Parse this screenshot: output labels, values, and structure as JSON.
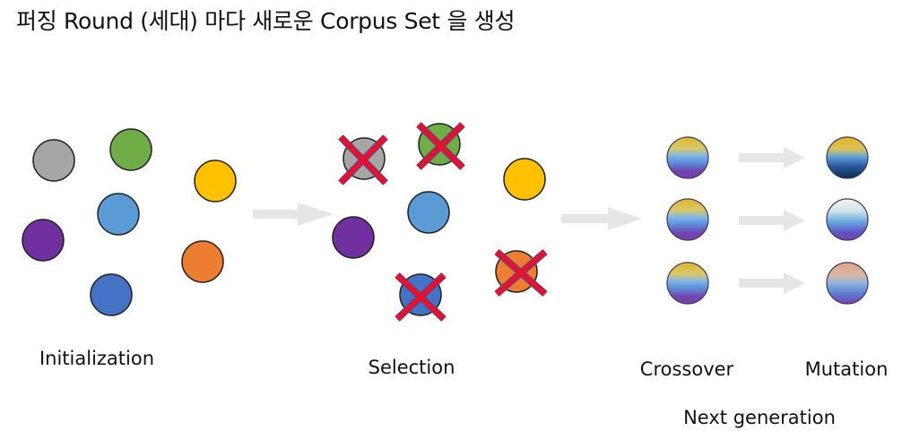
{
  "title": "퍼징 Round (세대) 마다 새로운 Corpus Set 을 생성",
  "stages": {
    "initialization": "Initialization",
    "selection": "Selection",
    "crossover": "Crossover",
    "mutation": "Mutation",
    "next_generation": "Next generation"
  },
  "colors": {
    "gray": "#a6a6a6",
    "green": "#70ad47",
    "yellow": "#ffc000",
    "blue_light": "#5b9bd5",
    "purple": "#7030a0",
    "orange": "#ed7d31",
    "blue_dark": "#4472c4",
    "cross": "#e8102a",
    "arrow": "#e6e6e6"
  }
}
